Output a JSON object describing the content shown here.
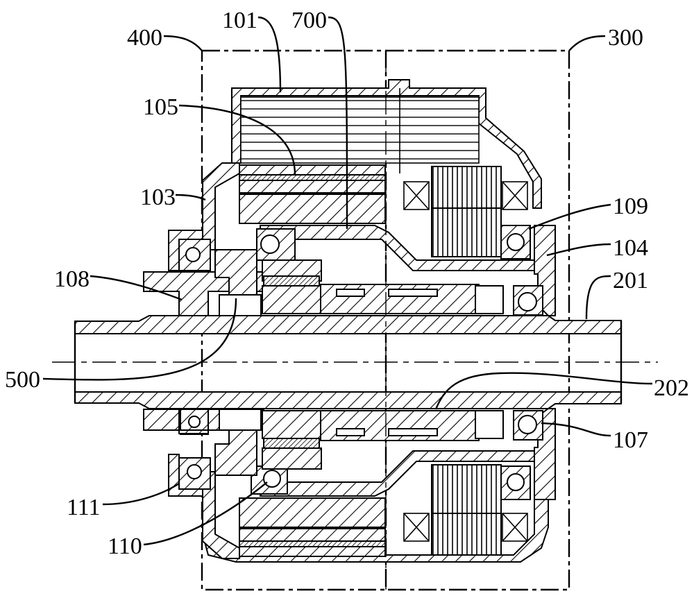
{
  "figure": {
    "type": "mechanical cross-section drawing",
    "subject": "hub motor assembly (sectional view)"
  },
  "regions": [
    {
      "id": "400",
      "label": "400"
    },
    {
      "id": "300",
      "label": "300"
    }
  ],
  "labels": {
    "l400": "400",
    "l101": "101",
    "l700": "700",
    "l300": "300",
    "l105": "105",
    "l103": "103",
    "l109": "109",
    "l104": "104",
    "l108": "108",
    "l201": "201",
    "l500": "500",
    "l202": "202",
    "l107": "107",
    "l111": "111",
    "l110": "110"
  },
  "colors": {
    "line": "#000000",
    "background": "#ffffff"
  }
}
